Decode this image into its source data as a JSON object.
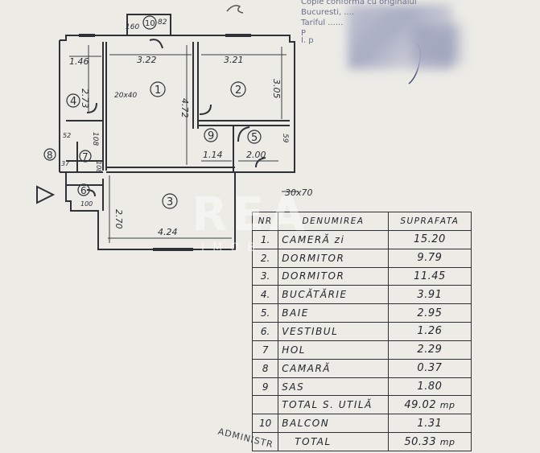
{
  "plan": {
    "rooms": {
      "r1": "1",
      "r2": "2",
      "r3": "3",
      "r4": "4",
      "r5": "5",
      "r6": "6",
      "r7": "7",
      "r8": "8",
      "r9": "9",
      "r10": "10"
    },
    "dimensions": {
      "d_146": "1.46",
      "d_322": "3.22",
      "d_321": "3.21",
      "d_273": "2.73",
      "d_472": "4.72",
      "d_305": "3.05",
      "d_20x40": "20x40",
      "d_114": "1.14",
      "d_200": "2.00",
      "d_59": "59",
      "d_82": "82",
      "d_160": "160",
      "d_270": "2.70",
      "d_424": "4.24",
      "d_30x70": "30x70",
      "d_108": "108",
      "d_52": "52",
      "d_37": "37",
      "d_100": "100",
      "d_108b": "108"
    }
  },
  "stamp": {
    "line1": "Copie conforma cu originalul",
    "line2": "Bucuresti, ....",
    "line3": "Tariful ......",
    "line4": "P",
    "line5": "I. p"
  },
  "table": {
    "headers": {
      "nr": "NR",
      "name": "DENUMIREA",
      "area": "SUPRAFATA"
    },
    "rows": [
      {
        "nr": "1.",
        "name": "CAMERĂ zi",
        "area": "15.20"
      },
      {
        "nr": "2.",
        "name": "DORMITOR",
        "area": "9.79"
      },
      {
        "nr": "3.",
        "name": "DORMITOR",
        "area": "11.45"
      },
      {
        "nr": "4.",
        "name": "BUCĂTĂRIE",
        "area": "3.91"
      },
      {
        "nr": "5.",
        "name": "BAIE",
        "area": "2.95"
      },
      {
        "nr": "6.",
        "name": "VESTIBUL",
        "area": "1.26"
      },
      {
        "nr": "7",
        "name": "HOL",
        "area": "2.29"
      },
      {
        "nr": "8",
        "name": "CAMARĂ",
        "area": "0.37"
      },
      {
        "nr": "9",
        "name": "SAS",
        "area": "1.80"
      }
    ],
    "total_useful": {
      "label": "TOTAL S. UTILĂ",
      "area": "49.02",
      "unit": "mp"
    },
    "balcony": {
      "nr": "10",
      "name": "BALCON",
      "area": "1.31"
    },
    "total": {
      "label": "TOTAL",
      "area": "50.33",
      "unit": "mp"
    }
  },
  "watermark": {
    "text": "REA",
    "sub": "IMOB"
  },
  "stamp_bottom": "ADMINISTR"
}
